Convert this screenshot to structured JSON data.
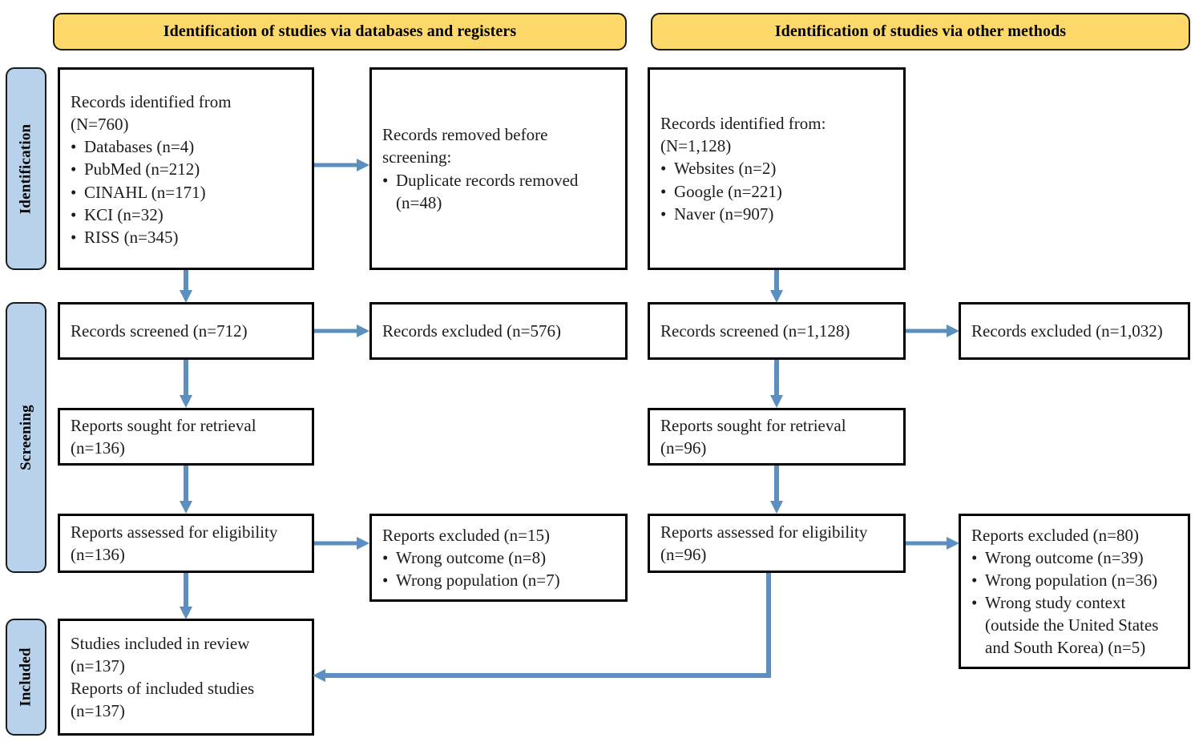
{
  "diagram": {
    "title": "PRISMA 2020 flow diagram",
    "colors": {
      "banner_fill": "#fcd968",
      "rail_fill": "#b8d2ec",
      "box_border": "#000000",
      "arrow": "#5b8fbf",
      "text": "#1c1c1c"
    }
  },
  "banners": {
    "left": "Identification of studies via databases and registers",
    "right": "Identification of studies via other methods"
  },
  "rails": [
    {
      "label": "Identification"
    },
    {
      "label": "Screening"
    },
    {
      "label": "Included"
    }
  ],
  "boxes": {
    "identified_db": {
      "heading": "Records identified from\n(N=760)",
      "bullets": [
        "Databases (n=4)",
        "PubMed (n=212)",
        "CINAHL (n=171)",
        "KCI (n=32)",
        "RISS (n=345)"
      ]
    },
    "removed_before_screening": {
      "heading": "Records removed before\nscreening:",
      "bullets": [
        "Duplicate records removed",
        "(n=48)"
      ]
    },
    "identified_other": {
      "heading": "Records identified from:\n(N=1,128)",
      "bullets": [
        "Websites (n=2)",
        "Google (n=221)",
        "Naver (n=907)"
      ]
    },
    "screened_db": {
      "heading": "Records screened (n=712)"
    },
    "excluded_db": {
      "heading": "Records excluded (n=576)"
    },
    "screened_other": {
      "heading": "Records screened (n=1,128)"
    },
    "excluded_other": {
      "heading": "Records excluded (n=1,032)"
    },
    "sought_db": {
      "heading": "Reports sought for retrieval\n(n=136)"
    },
    "sought_other": {
      "heading": "Reports sought for retrieval\n(n=96)"
    },
    "assessed_db": {
      "heading": "Reports assessed for eligibility\n(n=136)"
    },
    "reports_excluded_db": {
      "heading": "Reports excluded (n=15)",
      "bullets": [
        "Wrong outcome (n=8)",
        "Wrong population (n=7)"
      ]
    },
    "assessed_other": {
      "heading": "Reports assessed for eligibility\n(n=96)"
    },
    "reports_excluded_other": {
      "heading": "Reports excluded (n=80)",
      "bullets": [
        "Wrong outcome (n=39)",
        "Wrong population (n=36)",
        "Wrong study context"
      ],
      "continuation": [
        "(outside the United States",
        "and South Korea) (n=5)"
      ]
    },
    "included": {
      "heading": "Studies included in review\n(n=137)\nReports of included studies\n(n=137)"
    }
  }
}
